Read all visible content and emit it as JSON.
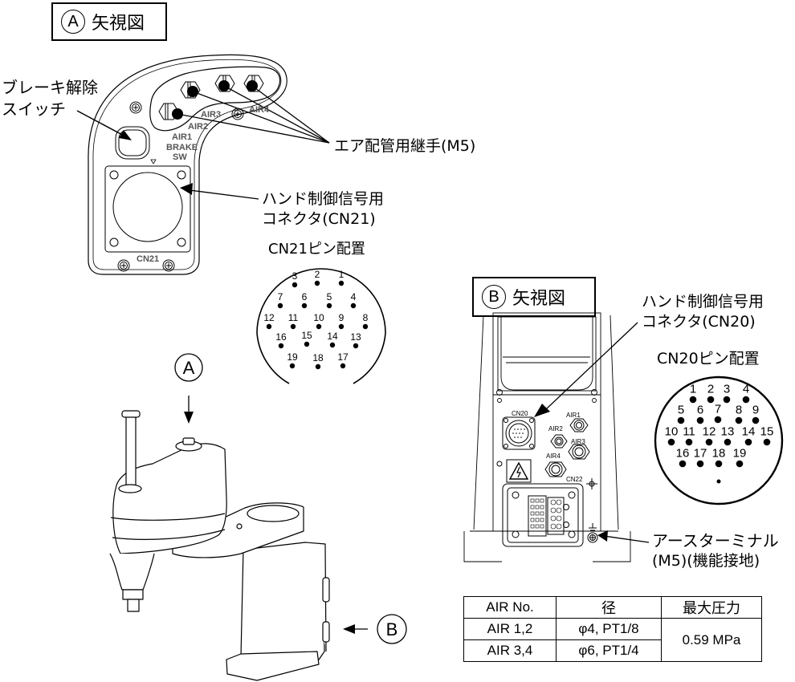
{
  "view_a": {
    "marker": "A",
    "title": "矢視図",
    "brake_switch_label": [
      "ブレーキ解除",
      "スイッチ"
    ],
    "air_fitting_label": "エア配管用継手(M5)",
    "hand_connector_label": [
      "ハンド制御信号用",
      "コネクタ(CN21)"
    ],
    "panel_labels": {
      "air1": "AIR1",
      "air2": "AIR2",
      "air3": "AIR3",
      "air4": "AIR4",
      "brake": "BRAKE",
      "sw": "SW",
      "cn21": "CN21"
    }
  },
  "cn21_pinout": {
    "title": "CN21ピン配置",
    "pins": [
      "1",
      "2",
      "3",
      "4",
      "5",
      "6",
      "7",
      "8",
      "9",
      "10",
      "11",
      "12",
      "13",
      "14",
      "15",
      "16",
      "17",
      "18",
      "19"
    ]
  },
  "robot": {
    "marker_a": "A",
    "marker_b": "B"
  },
  "view_b": {
    "marker": "B",
    "title": "矢視図",
    "hand_connector_label": [
      "ハンド制御信号用",
      "コネクタ(CN20)"
    ],
    "earth_label": [
      "アースターミナル",
      "(M5)(機能接地)"
    ],
    "panel_labels": {
      "cn20": "CN20",
      "air1": "AIR1",
      "air2": "AIR2",
      "air3": "AIR3",
      "air4": "AIR4",
      "cn22": "CN22"
    }
  },
  "cn20_pinout": {
    "title": "CN20ピン配置",
    "pins": [
      "1",
      "2",
      "3",
      "4",
      "5",
      "6",
      "7",
      "8",
      "9",
      "10",
      "11",
      "12",
      "13",
      "14",
      "15",
      "16",
      "17",
      "18",
      "19"
    ]
  },
  "air_table": {
    "headers": [
      "AIR No.",
      "径",
      "最大圧力"
    ],
    "rows": [
      {
        "air": "AIR 1,2",
        "diameter": "φ4, PT1/8"
      },
      {
        "air": "AIR 3,4",
        "diameter": "φ6, PT1/4"
      }
    ],
    "max_pressure": "0.59 MPa"
  }
}
